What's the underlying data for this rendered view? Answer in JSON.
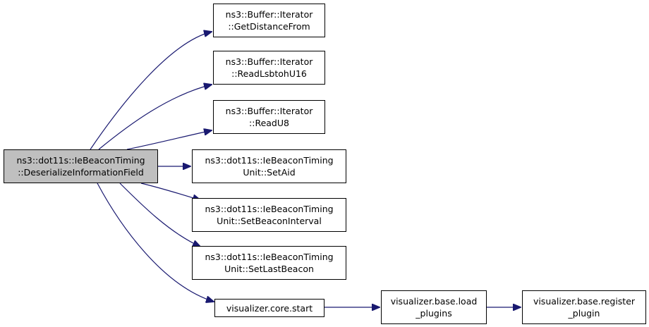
{
  "root": {
    "line1": "ns3::dot11s::IeBeaconTiming",
    "line2": "::DeserializeInformationField"
  },
  "callees": [
    {
      "line1": "ns3::Buffer::Iterator",
      "line2": "::GetDistanceFrom"
    },
    {
      "line1": "ns3::Buffer::Iterator",
      "line2": "::ReadLsbtohU16"
    },
    {
      "line1": "ns3::Buffer::Iterator",
      "line2": "::ReadU8"
    },
    {
      "line1": "ns3::dot11s::IeBeaconTiming",
      "line2": "Unit::SetAid"
    },
    {
      "line1": "ns3::dot11s::IeBeaconTiming",
      "line2": "Unit::SetBeaconInterval"
    },
    {
      "line1": "ns3::dot11s::IeBeaconTiming",
      "line2": "Unit::SetLastBeacon"
    },
    {
      "line1": "visualizer.core.start",
      "line2": ""
    }
  ],
  "chain": [
    {
      "line1": "visualizer.base.load",
      "line2": "_plugins"
    },
    {
      "line1": "visualizer.base.register",
      "line2": "_plugin"
    }
  ],
  "colors": {
    "edge": "#191970",
    "root_fill": "#bfbfbf",
    "node_border": "#000000",
    "node_fill": "#ffffff"
  }
}
